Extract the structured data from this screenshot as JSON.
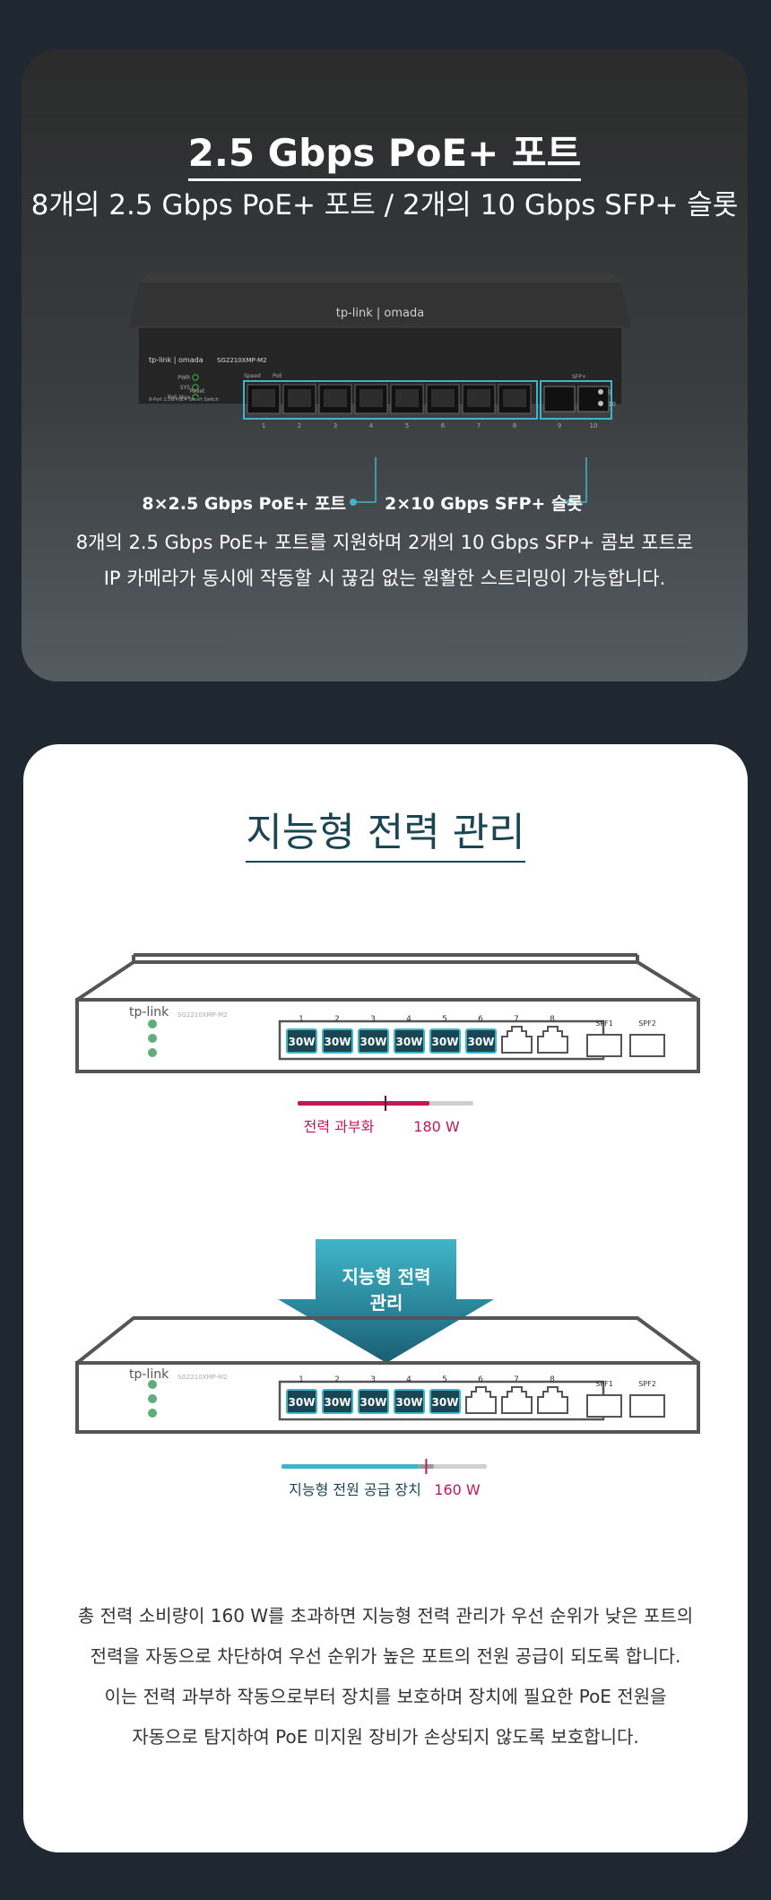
{
  "section1": {
    "title": "2.5 Gbps PoE+ 포트",
    "subtitle": "8개의 2.5 Gbps PoE+ 포트 / 2개의 10 Gbps SFP+ 슬롯",
    "device": {
      "top_logo": "tp-link | omada",
      "logo": "tp-link | omada",
      "model": "SG2210XMP-M2",
      "leds": [
        "PWR",
        "SYS",
        "PoE Max"
      ],
      "reset_label": "Reset",
      "speed_label": "Speed",
      "poe_label": "PoE",
      "sfp_label": "SFP+",
      "footer_label": "8-Port 2.5G PoE+ Smart Switch",
      "port_numbers": [
        "1",
        "2",
        "3",
        "4",
        "5",
        "6",
        "7",
        "8",
        "9",
        "10"
      ],
      "sfp_led_labels": [
        "9",
        "10"
      ]
    },
    "callouts": {
      "poe_ports": "8×2.5 Gbps PoE+ 포트",
      "sfp_slots": "2×10 Gbps SFP+ 슬롯"
    },
    "description": [
      "8개의 2.5 Gbps PoE+ 포트를 지원하며 2개의 10 Gbps SFP+ 콤보 포트로",
      "IP 카메라가 동시에 작동할 시 끊김 없는 원활한 스트리밍이 가능합니다."
    ]
  },
  "section2": {
    "title": "지능형 전력 관리",
    "switch_top": {
      "logo": "tp-link",
      "model": "SG2210XMP-M2",
      "port_numbers": [
        "1",
        "2",
        "3",
        "4",
        "5",
        "6",
        "7",
        "8"
      ],
      "sfp_labels": [
        "SPF1",
        "SPF2"
      ],
      "port_power": [
        "30W",
        "30W",
        "30W",
        "30W",
        "30W",
        "30W"
      ],
      "bar_label": "전력 과부화",
      "bar_value": "180 W",
      "bar_fill_fraction": 0.75,
      "bar_color": "#c2185b"
    },
    "arrow_label": [
      "지능형 전력",
      "관리"
    ],
    "switch_bottom": {
      "logo": "tp-link",
      "model": "SG2210XMP-M2",
      "port_numbers": [
        "1",
        "2",
        "3",
        "4",
        "5",
        "6",
        "7",
        "8"
      ],
      "sfp_labels": [
        "SPF1",
        "SPF2"
      ],
      "port_power": [
        "30W",
        "30W",
        "30W",
        "30W",
        "30W"
      ],
      "bar_label": "지능형 전원 공급 장치",
      "bar_value": "160 W",
      "bar_fill_fraction": 0.67,
      "bar_color": "#3fb6c8"
    },
    "description": [
      "총 전력 소비량이 160 W를 초과하면 지능형 전력 관리가 우선 순위가 낮은 포트의",
      "전력을 자동으로 차단하여 우선 순위가 높은 포트의 전원 공급이 되도록 합니다.",
      "이는 전력 과부하 작동으로부터 장치를 보호하며 장치에 필요한 PoE 전원을",
      "자동으로 탐지하여 PoE 미지원 장비가 손상되지 않도록 보호합니다."
    ]
  },
  "colors": {
    "page_bg": "#1f2730",
    "accent_teal": "#3fb6c8",
    "overload_magenta": "#c2185b",
    "title_navy": "#1a4552"
  }
}
